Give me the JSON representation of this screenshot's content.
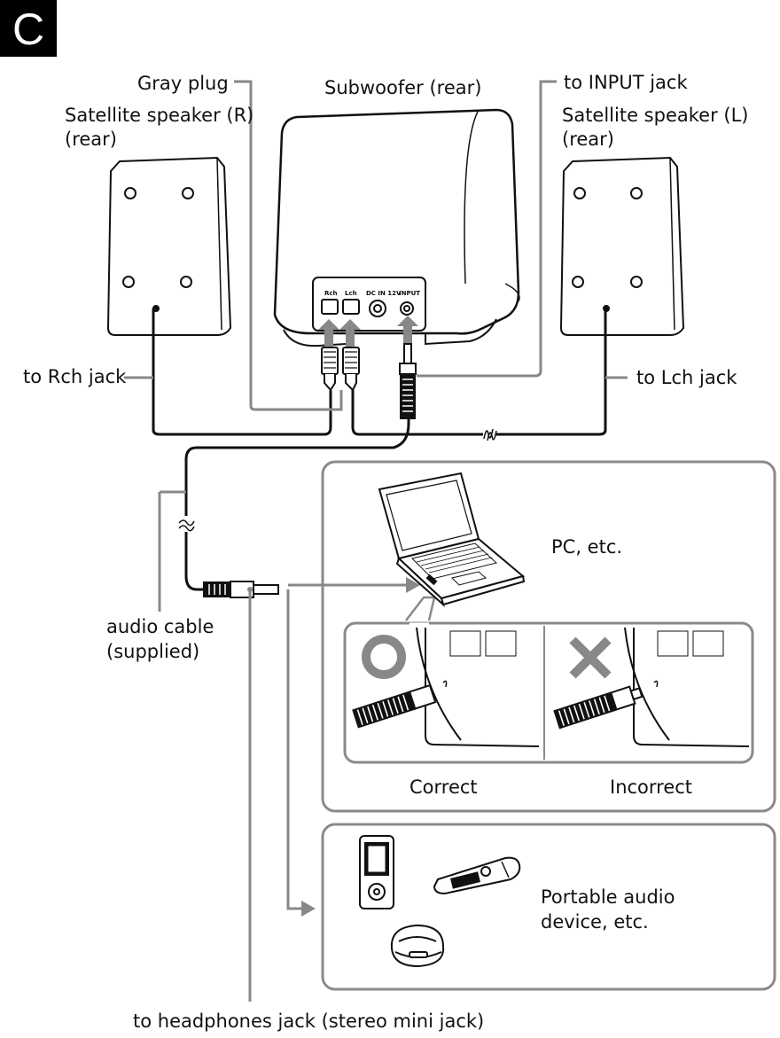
{
  "figure": {
    "badge": "C",
    "labels": {
      "gray_plug": "Gray plug",
      "subwoofer": "Subwoofer (rear)",
      "to_input_jack": "to INPUT jack",
      "sat_r_line1": "Satellite speaker (R)",
      "sat_r_line2": "(rear)",
      "sat_l_line1": "Satellite speaker (L)",
      "sat_l_line2": "(rear)",
      "to_rch_jack": "to Rch jack",
      "to_lch_jack": "to Lch jack",
      "audio_cable_line1": "audio cable",
      "audio_cable_line2": "(supplied)",
      "pc": "PC, etc.",
      "correct": "Correct",
      "incorrect": "Incorrect",
      "portable_line1": "Portable audio",
      "portable_line2": "device, etc.",
      "headphones": "to headphones jack (stereo mini jack)"
    },
    "panel_labels": {
      "rch": "Rch",
      "lch": "Lch",
      "dc_in": "DC IN 12V",
      "input": "INPUT"
    }
  },
  "colors": {
    "ink": "#111111",
    "gray_line": "#888888",
    "panel_border": "#8a8a8a",
    "badge_bg": "#000000"
  },
  "icons": [
    "o-correct-icon",
    "x-incorrect-icon",
    "laptop-icon",
    "music-player-icon",
    "usb-player-icon",
    "pendant-player-icon"
  ]
}
